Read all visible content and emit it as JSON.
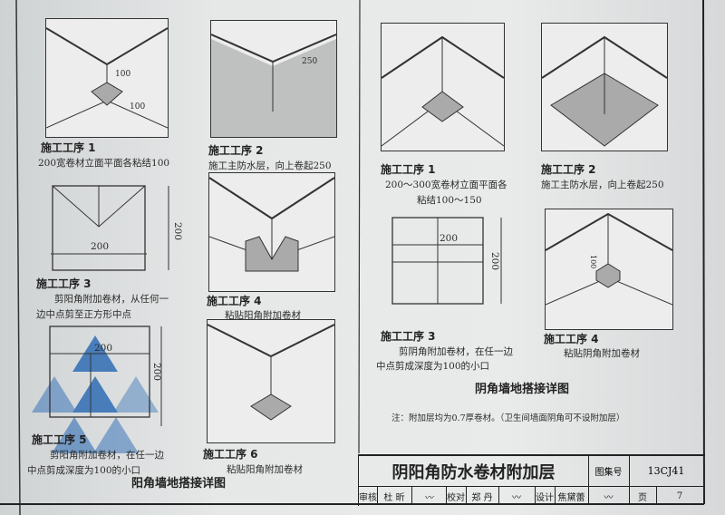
{
  "left_panel": {
    "steps": [
      {
        "label": "施工工序 1",
        "text": [
          "200宽卷材立面平面各粘结100"
        ],
        "dims": [
          "100",
          "100"
        ]
      },
      {
        "label": "施工工序 2",
        "text": [
          "施工主防水层，向上卷起250"
        ],
        "dims": [
          "250"
        ]
      },
      {
        "label": "施工工序 3",
        "text": [
          "剪阳角附加卷材，从任何一",
          "边中点剪至正方形中点"
        ],
        "dims": [
          "200",
          "200"
        ]
      },
      {
        "label": "施工工序 4",
        "text": [
          "粘贴阳角附加卷材"
        ]
      },
      {
        "label": "施工工序 5",
        "text": [
          "剪阳角附加卷材，在任一边",
          "中点剪成深度为100的小口"
        ],
        "dims": [
          "200",
          "200"
        ]
      },
      {
        "label": "施工工序 6",
        "text": [
          "粘贴阳角附加卷材"
        ]
      }
    ],
    "caption": "阳角墙地搭接详图"
  },
  "right_panel": {
    "steps": [
      {
        "label": "施工工序 1",
        "text": [
          "200～300宽卷材立面平面各",
          "粘结100～150"
        ]
      },
      {
        "label": "施工工序 2",
        "text": [
          "施工主防水层，向上卷起250"
        ]
      },
      {
        "label": "施工工序 3",
        "text": [
          "剪阴角附加卷材，在任一边",
          "中点剪成深度为100的小口"
        ],
        "dims": [
          "200",
          "200"
        ]
      },
      {
        "label": "施工工序 4",
        "text": [
          "粘贴阴角附加卷材"
        ],
        "dims": [
          "100"
        ]
      }
    ],
    "caption": "阴角墙地搭接详图",
    "note": "注：附加层均为0.7厚卷材。（卫生间墙面阴角可不设附加层）"
  },
  "title_block": {
    "title": "阴阳角防水卷材附加层",
    "atlas_label": "图集号",
    "atlas_no": "13CJ41",
    "review_label": "审核",
    "reviewer": "杜 昕",
    "check_label": "校对",
    "checker": "郑 丹",
    "design_label": "设计",
    "designer": "焦黛蕾",
    "page_label": "页",
    "page_no": "7"
  },
  "colors": {
    "paper": "#e9eaea",
    "ink": "#222222",
    "watermark_blue": "#2f6db5"
  }
}
